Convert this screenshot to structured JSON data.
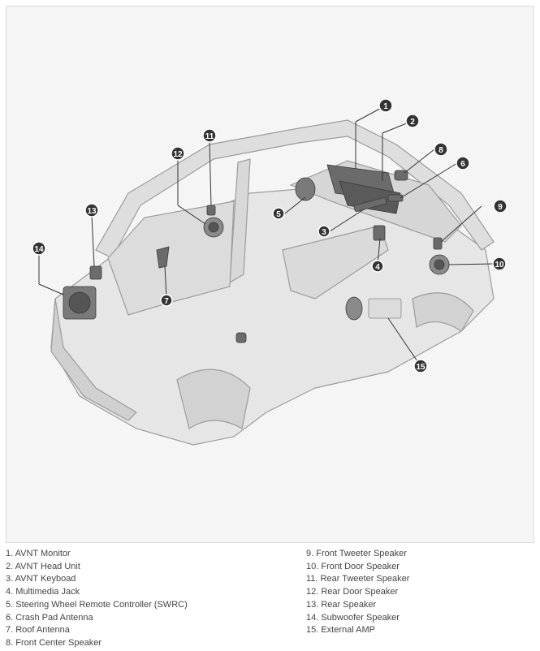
{
  "legend": {
    "items": [
      "1. AVNT Monitor",
      "2. AVNT Head Unit",
      "3. AVNT Keyboad",
      "4. Multimedia Jack",
      "5. Steering Wheel Remote Controller (SWRC)",
      "6. Crash Pad Antenna",
      "7. Roof Antenna",
      "8. Front Center Speaker",
      "9. Front Tweeter Speaker",
      "10. Front Door Speaker",
      "11. Rear Tweeter Speaker",
      "12. Rear Door Speaker",
      "13. Rear Speaker",
      "14. Subwoofer Speaker",
      "15. External AMP"
    ]
  },
  "callouts": {
    "c1": "1",
    "c2": "2",
    "c3": "3",
    "c4": "4",
    "c5": "5",
    "c6": "6",
    "c7": "7",
    "c8": "8",
    "c9": "9",
    "c10": "10",
    "c11": "11",
    "c12": "12",
    "c13": "13",
    "c14": "14",
    "c15": "15"
  },
  "colors": {
    "body_fill": "#e8e8e8",
    "body_stroke": "#9a9a9a",
    "part_fill": "#6b6b6b",
    "callout": "#333333"
  }
}
